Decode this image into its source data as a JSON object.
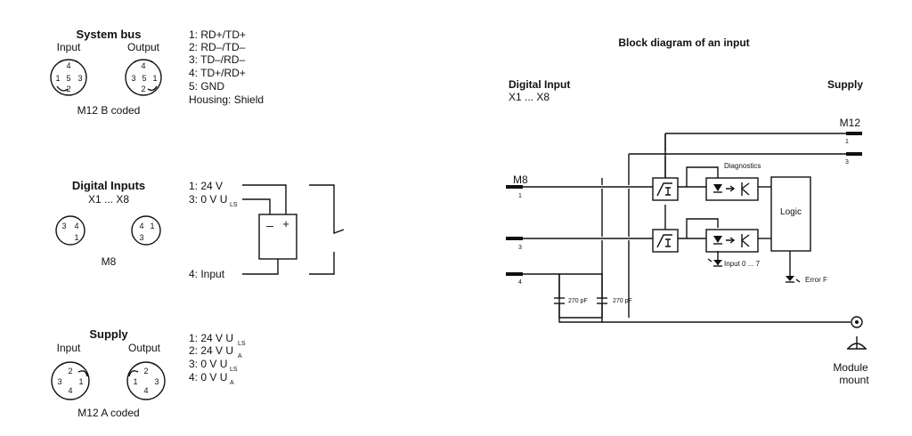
{
  "system_bus": {
    "title": "System bus",
    "input_label": "Input",
    "output_label": "Output",
    "input_pins": [
      "4",
      "1",
      "5",
      "3",
      "2"
    ],
    "output_pins": [
      "4",
      "3",
      "5",
      "1",
      "2"
    ],
    "connector": "M12 B coded",
    "pinout": [
      "1: RD+/TD+",
      "2: RD–/TD–",
      "3: TD–/RD–",
      "4: TD+/RD+",
      "5: GND",
      "Housing: Shield"
    ]
  },
  "digital_inputs": {
    "title": "Digital Inputs",
    "subtitle": "X1 ... X8",
    "left_pins": [
      "3",
      "4",
      "1"
    ],
    "right_pins": [
      "4",
      "1",
      "3"
    ],
    "connector": "M8",
    "pin1": "1: 24 V",
    "pin3": "3: 0 V U",
    "pin3_sub": "LS",
    "pin4": "4: Input",
    "minus": "–",
    "plus": "+"
  },
  "supply": {
    "title": "Supply",
    "input_label": "Input",
    "output_label": "Output",
    "input_pins": [
      "2",
      "3",
      "1",
      "4"
    ],
    "output_pins": [
      "2",
      "1",
      "3",
      "4"
    ],
    "connector": "M12 A coded",
    "pinout": [
      {
        "text": "1: 24 V U",
        "sub": "LS"
      },
      {
        "text": "2: 24 V U",
        "sub": "A"
      },
      {
        "text": "3: 0 V U",
        "sub": "LS"
      },
      {
        "text": "4: 0 V U",
        "sub": "A"
      }
    ]
  },
  "block_diagram": {
    "title": "Block diagram of an input",
    "digital_input": "Digital Input",
    "digital_input_sub": "X1 ... X8",
    "supply": "Supply",
    "m12": "M12",
    "m12_pin1": "1",
    "m12_pin3": "3",
    "m8": "M8",
    "m8_pin1": "1",
    "m8_pin3": "3",
    "m8_pin4": "4",
    "diagnostics": "Diagnostics",
    "logic": "Logic",
    "input_led": "Input 0 ... 7",
    "error_led": "Error F",
    "cap1": "270 pF",
    "cap2": "270 pF",
    "module_mount_1": "Module",
    "module_mount_2": "mount"
  }
}
